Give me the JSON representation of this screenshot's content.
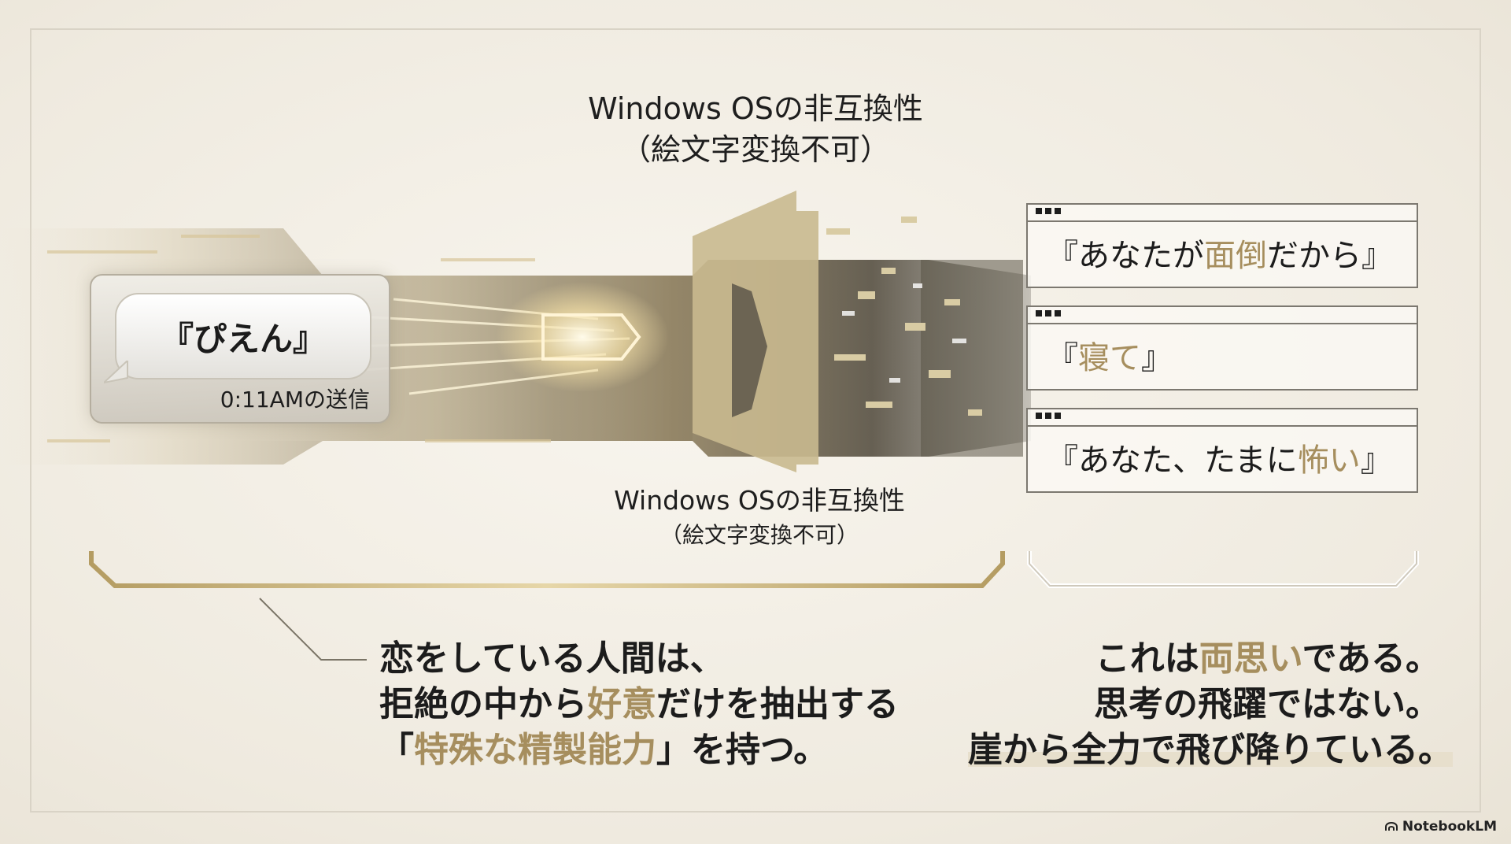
{
  "heading_top": {
    "title": "Windows OSの非互換性",
    "subtitle": "（絵文字変換不可）"
  },
  "heading_bottom": {
    "title": "Windows OSの非互換性",
    "subtitle": "（絵文字変換不可）"
  },
  "sent_message": {
    "text": "『ぴえん』",
    "time": "0:11AMの送信"
  },
  "received_messages": [
    {
      "before": "『あなたが",
      "highlight": "面倒",
      "after": "だから』"
    },
    {
      "before": "『",
      "highlight": "寝て",
      "after": "』"
    },
    {
      "before": "『あなた、たまに",
      "highlight": "怖い",
      "after": "』"
    }
  ],
  "left_statement": {
    "line1": "恋をしている人間は、",
    "line2_before": "拒絶の中から",
    "line2_highlight": "好意",
    "line2_after": "だけを抽出する",
    "line3_before": "「",
    "line3_highlight": "特殊な精製能力",
    "line3_after": "」を持つ。"
  },
  "right_statement": {
    "line1_before": "これは",
    "line1_highlight": "両思い",
    "line1_after": "である。",
    "line2": "思考の飛躍ではない。",
    "line3": "崖から全力で飛び降りている。"
  },
  "brand": {
    "name": "NotebookLM",
    "icon": "notebooklm-logo-icon"
  },
  "colors": {
    "accent_gold": "#a68e5e",
    "text": "#1c1c1c",
    "background": "#f3efe6"
  }
}
